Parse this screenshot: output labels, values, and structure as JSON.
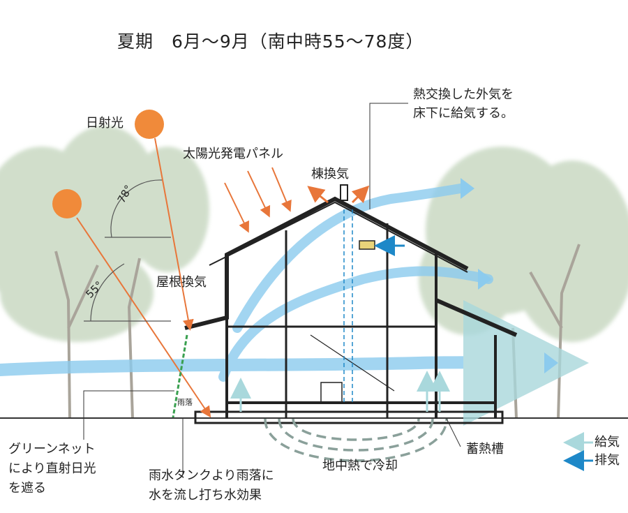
{
  "title": "夏期　6月～9月（南中時55～78度）",
  "labels": {
    "sunlight": "日射光",
    "solar_panel": "太陽光発電パネル",
    "ridge_ventilation": "棟換気",
    "fresh_air_line1": "熱交換した外気を",
    "fresh_air_line2": "床下に給気する。",
    "roof_ventilation": "屋根換気",
    "angle_high": "78°",
    "angle_low": "55°",
    "downspout": "雨落",
    "green_net_line1": "グリーンネット",
    "green_net_line2": "により直射日光",
    "green_net_line3": "を遮る",
    "rain_tank_line1": "雨水タンクより雨落に",
    "rain_tank_line2": "水を流し打ち水効果",
    "geothermal": "地中熱で冷却",
    "heat_storage": "蓄熱槽"
  },
  "legend": [
    {
      "label": "給気",
      "color": "#a9d8dc"
    },
    {
      "label": "排気",
      "color": "#1e88c8"
    }
  ],
  "colors": {
    "sun": "#f08a3a",
    "sun_ray": "#e8763a",
    "airflow": "#7cc4ea",
    "supply_air": "#a9d8dc",
    "exhaust_air": "#1e88c8",
    "ground_loop": "#8aa09a",
    "tree": "#c8d8c4"
  }
}
